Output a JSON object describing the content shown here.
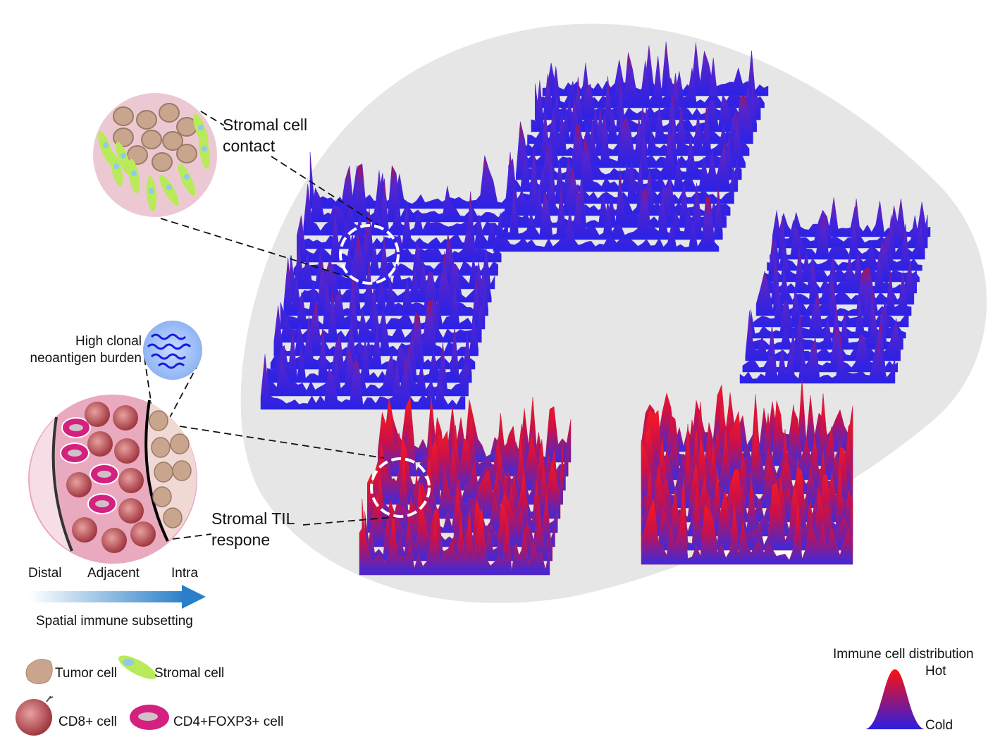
{
  "callouts": {
    "stromal_contact": [
      "Stromal cell",
      "contact"
    ],
    "neoantigen": [
      "High clonal",
      "neoantigen burden"
    ],
    "til_response": [
      "Stromal TIL",
      "respone"
    ]
  },
  "axis": {
    "zones": [
      "Distal",
      "Adjacent",
      "Intra"
    ],
    "arrow_label": "Spatial immune subsetting"
  },
  "legend": {
    "tumor": "Tumor cell",
    "stromal": "Stromal cell",
    "cd8": "CD8+ cell",
    "treg": "CD4+FOXP3+ cell"
  },
  "scale": {
    "title": "Immune cell distribution",
    "hot": "Hot",
    "cold": "Cold"
  },
  "colors": {
    "cold": "#2b1fe0",
    "hot": "#e0101e",
    "background_blob": "#e6e6e6",
    "tumor_cell": "#c9a58d",
    "stromal_cell": "#b8ea5a",
    "cd8_cell": "#b84a50",
    "treg_cell": "#d4207e"
  },
  "terrains": [
    {
      "name": "region-1",
      "hotness": 0.15
    },
    {
      "name": "region-2",
      "hotness": 0.2
    },
    {
      "name": "region-3",
      "hotness": 0.15
    },
    {
      "name": "region-4",
      "hotness": 0.85
    },
    {
      "name": "region-5",
      "hotness": 0.9
    }
  ]
}
